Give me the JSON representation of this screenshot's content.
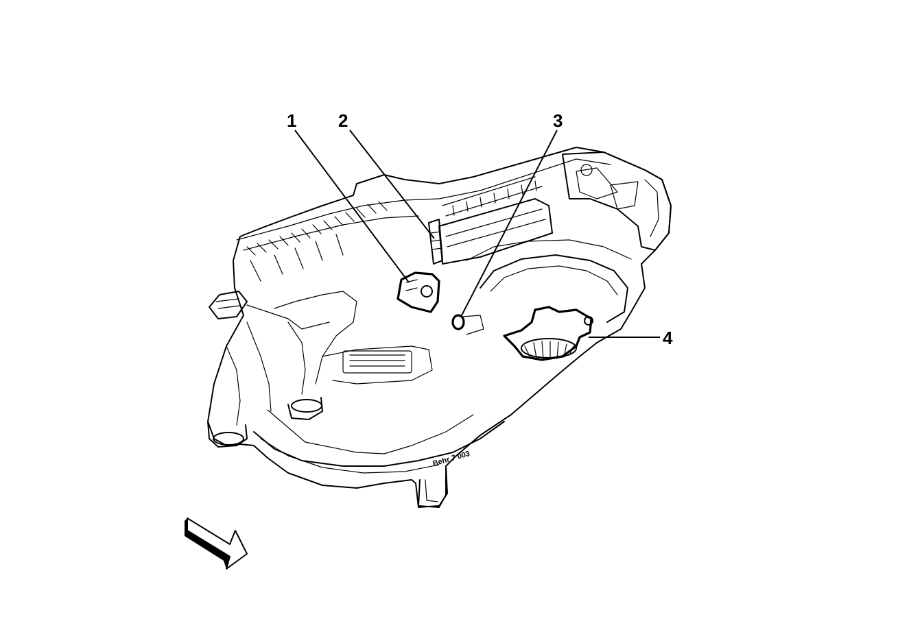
{
  "callouts": [
    {
      "id": "1",
      "label": "1"
    },
    {
      "id": "2",
      "label": "2"
    },
    {
      "id": "3",
      "label": "3"
    },
    {
      "id": "4",
      "label": "4"
    }
  ],
  "housing_stamp": "Behr 7 003",
  "icons": {
    "direction_arrow": "front-direction-arrow-icon"
  }
}
